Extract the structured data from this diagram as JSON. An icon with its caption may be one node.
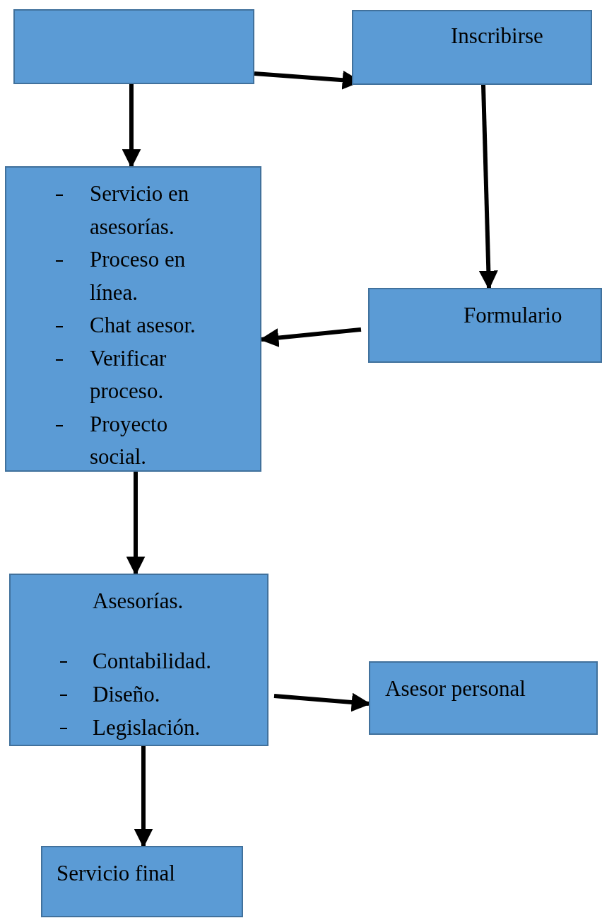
{
  "diagram": {
    "nodes": [
      {
        "text": [],
        "shape": "box"
      },
      {
        "text": [
          "Inscribirse"
        ]
      },
      {
        "text": [
          "Servicio en asesorías.",
          "Proceso en línea.",
          "Chat asesor.",
          "Verificar proceso.",
          "Proyecto social."
        ]
      },
      {
        "text": [
          "Formulario"
        ]
      },
      {
        "text": [
          "Asesorías.",
          "Contabilidad.",
          "Diseño.",
          "Legislación."
        ]
      },
      {
        "text": [
          "Asesor personal"
        ]
      },
      {
        "text": [
          "Servicio final"
        ]
      }
    ],
    "edges": [
      {
        "from": 0,
        "to": 1,
        "arrow": "to"
      },
      {
        "from": 0,
        "to": 2,
        "arrow": "to"
      },
      {
        "from": 1,
        "to": 3,
        "arrow": "to"
      },
      {
        "from": 3,
        "to": 2,
        "arrow": "to"
      },
      {
        "from": 2,
        "to": 4,
        "arrow": "to"
      },
      {
        "from": 4,
        "to": 5,
        "arrow": "to"
      },
      {
        "from": 4,
        "to": 6,
        "arrow": "to"
      }
    ]
  }
}
